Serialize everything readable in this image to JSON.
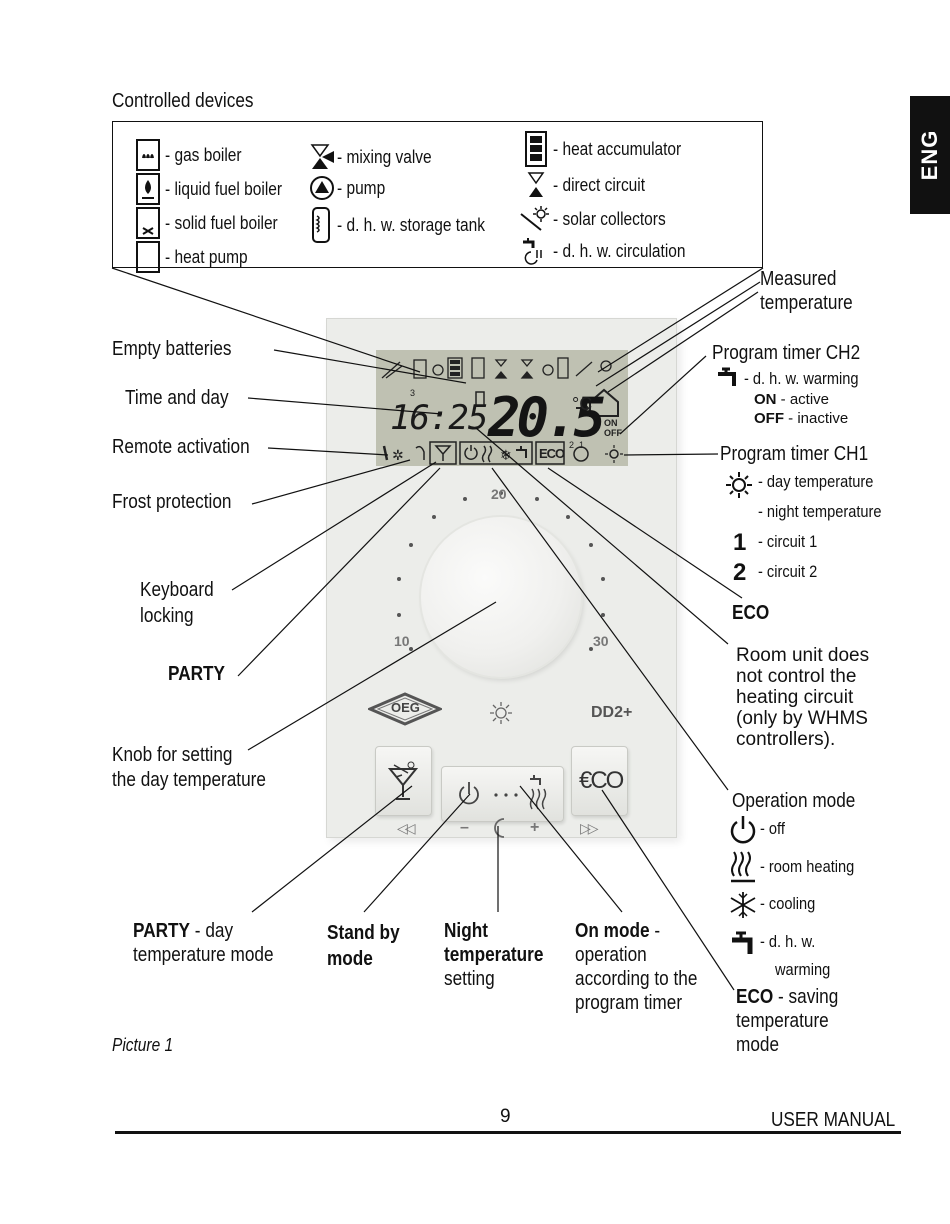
{
  "lang_tab": "ENG",
  "devices": {
    "title": "Controlled devices",
    "gas_boiler": "- gas boiler",
    "liquid_fuel_boiler": "- liquid fuel boiler",
    "solid_fuel_boiler": "- solid fuel boiler",
    "heat_pump": "- heat pump",
    "mixing_valve": "- mixing valve",
    "pump": "- pump",
    "dhw_storage_tank": "- d. h. w. storage tank",
    "heat_accumulator": "- heat accumulator",
    "direct_circuit": "- direct circuit",
    "solar_collectors": "- solar collectors",
    "dhw_circulation": "- d. h. w. circulation"
  },
  "left_labels": {
    "empty_batteries": "Empty batteries",
    "time_and_day": "Time and day",
    "remote_activation": "Remote activation",
    "frost_protection": "Frost protection",
    "keyboard_locking_1": "Keyboard",
    "keyboard_locking_2": "locking",
    "party": "PARTY",
    "knob_1": "Knob for setting",
    "knob_2": "the day temperature"
  },
  "right_labels": {
    "measured_1": "Measured",
    "measured_2": "temperature",
    "ch2_title": "Program timer CH2",
    "ch2_dhw": "- d. h. w. warming",
    "ch2_on_b": "ON",
    "ch2_on": " - active",
    "ch2_off_b": "OFF",
    "ch2_off": " - inactive",
    "ch1_title": "Program timer CH1",
    "ch1_day": "- day temperature",
    "ch1_night": "- night temperature",
    "ch1_c1_num": "1",
    "ch1_c1": "- circuit 1",
    "ch1_c2_num": "2",
    "ch1_c2": "- circuit 2",
    "eco": "ECO",
    "room_unit": [
      "Room unit does",
      "not control the",
      "heating circuit",
      "(only by WHMS",
      "controllers)."
    ],
    "op_mode_title": "Operation mode",
    "op_off": "- off",
    "op_heating": "- room heating",
    "op_cooling": "- cooling",
    "op_dhw_1": "- d. h. w.",
    "op_dhw_2": "warming",
    "eco_saving_b": "ECO",
    "eco_saving_1": " - saving",
    "eco_saving_2": "temperature",
    "eco_saving_3": "mode"
  },
  "bottom_labels": {
    "party_b": "PARTY",
    "party_1": " - day",
    "party_2": "temperature mode",
    "standby_1": "Stand by",
    "standby_2": "mode",
    "night_1": "Night",
    "night_2": "temperature",
    "night_3": "setting",
    "onmode_b": "On mode",
    "onmode_1": " -",
    "onmode_2": "operation",
    "onmode_3": "according to the",
    "onmode_4": "program timer"
  },
  "device_panel": {
    "lcd_time": "16:25",
    "lcd_day": "3",
    "lcd_temp": "20.5",
    "lcd_unit": "°C",
    "lcd_on": "ON",
    "lcd_off": "OFF",
    "lcd_ch_2": "2",
    "lcd_ch_1": "1",
    "lcd_eco": "ECO",
    "scale_20": "20",
    "scale_10": "10",
    "scale_30": "30",
    "brand": "OEG",
    "model": "DD2+",
    "btn_eco": "€CO",
    "nav_prev": "◁◁",
    "nav_next": "▷▷",
    "minus": "–",
    "plus": "+"
  },
  "caption": "Picture 1",
  "page_number": "9",
  "footer": "USER MANUAL"
}
